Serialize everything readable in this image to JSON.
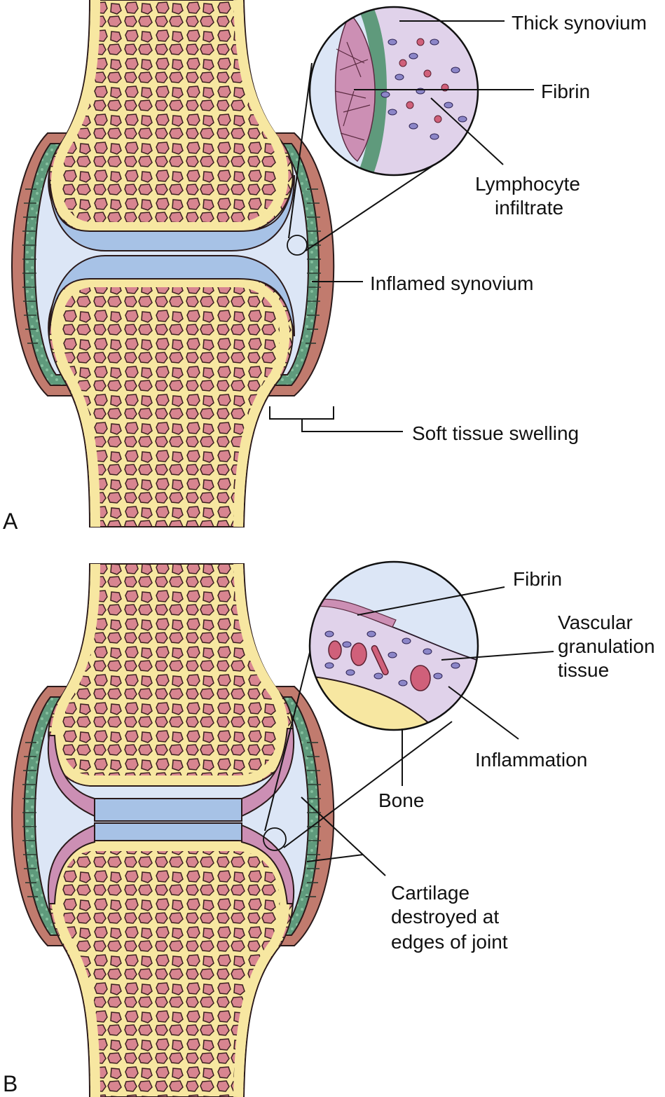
{
  "panels": [
    {
      "letter": "A",
      "labels": {
        "thick_synovium": "Thick synovium",
        "fibrin": "Fibrin",
        "lymphocyte_line1": "Lymphocyte",
        "lymphocyte_line2": "infiltrate",
        "inflamed_synovium": "Inflamed synovium",
        "soft_tissue_swelling": "Soft tissue swelling"
      }
    },
    {
      "letter": "B",
      "labels": {
        "fibrin": "Fibrin",
        "vascular_line1": "Vascular",
        "vascular_line2": "granulation",
        "vascular_line3": "tissue",
        "inflammation": "Inflammation",
        "bone": "Bone",
        "cartilage_line1": "Cartilage",
        "cartilage_line2": "destroyed at",
        "cartilage_line3": "edges of joint"
      }
    }
  ],
  "colors": {
    "bone_cortex": "#f7e7a1",
    "marrow": "#d88590",
    "cartilage": "#a7c2e6",
    "joint_space": "#dce6f6",
    "synovium": "#5f9a7c",
    "capsule": "#c17b6e",
    "pannus": "#cc8fb4",
    "inset_tissue": "#e0d2ea",
    "lymphocyte": "#8c86c8",
    "red_cell": "#d0607a"
  }
}
